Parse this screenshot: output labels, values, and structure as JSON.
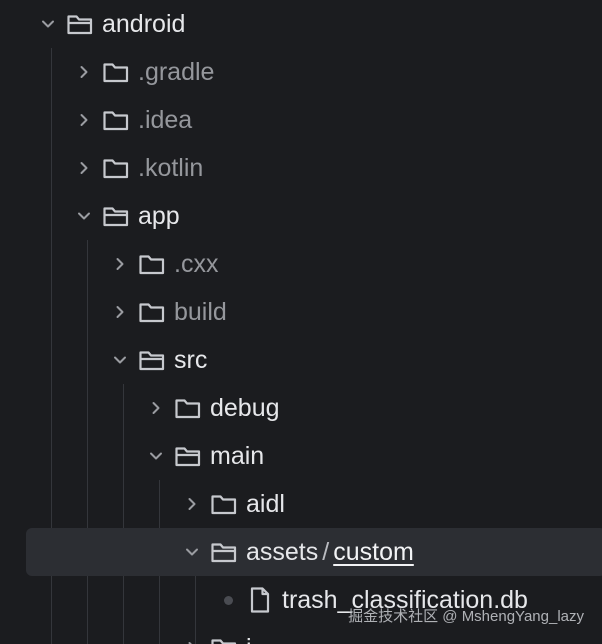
{
  "tree": {
    "rows": [
      {
        "label": "android",
        "icon": "folder-icon",
        "expanded": true
      },
      {
        "label": ".gradle",
        "icon": "folder-icon",
        "expanded": false
      },
      {
        "label": ".idea",
        "icon": "folder-icon",
        "expanded": false
      },
      {
        "label": ".kotlin",
        "icon": "folder-icon",
        "expanded": false
      },
      {
        "label": "app",
        "icon": "folder-icon",
        "expanded": true
      },
      {
        "label": ".cxx",
        "icon": "folder-icon",
        "expanded": false
      },
      {
        "label": "build",
        "icon": "folder-icon",
        "expanded": false
      },
      {
        "label": "src",
        "icon": "folder-icon",
        "expanded": true
      },
      {
        "label": "debug",
        "icon": "folder-icon",
        "expanded": false
      },
      {
        "label": "main",
        "icon": "folder-icon",
        "expanded": true
      },
      {
        "label": "aidl",
        "icon": "folder-icon",
        "expanded": false
      },
      {
        "label": "assets",
        "label2": "custom",
        "separator": "/",
        "icon": "folder-icon",
        "expanded": true,
        "selected": true
      },
      {
        "label": "trash_classification.db",
        "icon": "file-icon"
      },
      {
        "label": "j...",
        "icon": "folder-icon",
        "expanded": false
      }
    ]
  },
  "watermark": "掘金技术社区 @ MshengYang_lazy",
  "colors": {
    "background": "#1b1c1f",
    "selected_row": "#2c2e33",
    "text": "#e6e7ea",
    "dim_text": "#95979c",
    "icon": "#c7c9ce"
  }
}
